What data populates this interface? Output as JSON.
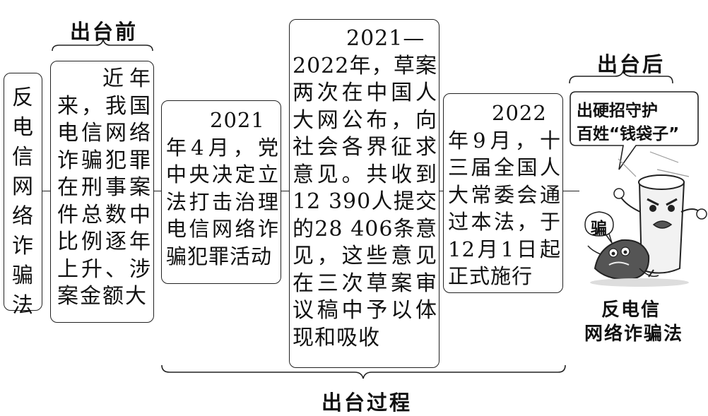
{
  "title": "反电信网络诈骗法",
  "labels": {
    "before": "出台前",
    "process": "出台过程",
    "after": "出台后"
  },
  "boxes": {
    "before": "近年来，我国电信网络诈骗犯罪在刑事案件总数中比例逐年上升、涉案金额大",
    "step1": "2021年4月，党中央决定立法打击治理电信网络诈骗犯罪活动",
    "step2": "2021—2022年，草案两次在中国人大网公布，向社会各界征求意见。共收到12 390人提交的28 406条意见，这些意见在三次草案审议稿中予以体现和吸收",
    "step3": "2022年9月，十三届全国人大常委会通过本法，于12月1日起正式施行"
  },
  "cartoon": {
    "speech": [
      "出硬招守护",
      "百姓“钱袋子”"
    ],
    "scam_sign": "骗",
    "caption": [
      "反电信",
      "网络诈骗法"
    ]
  }
}
